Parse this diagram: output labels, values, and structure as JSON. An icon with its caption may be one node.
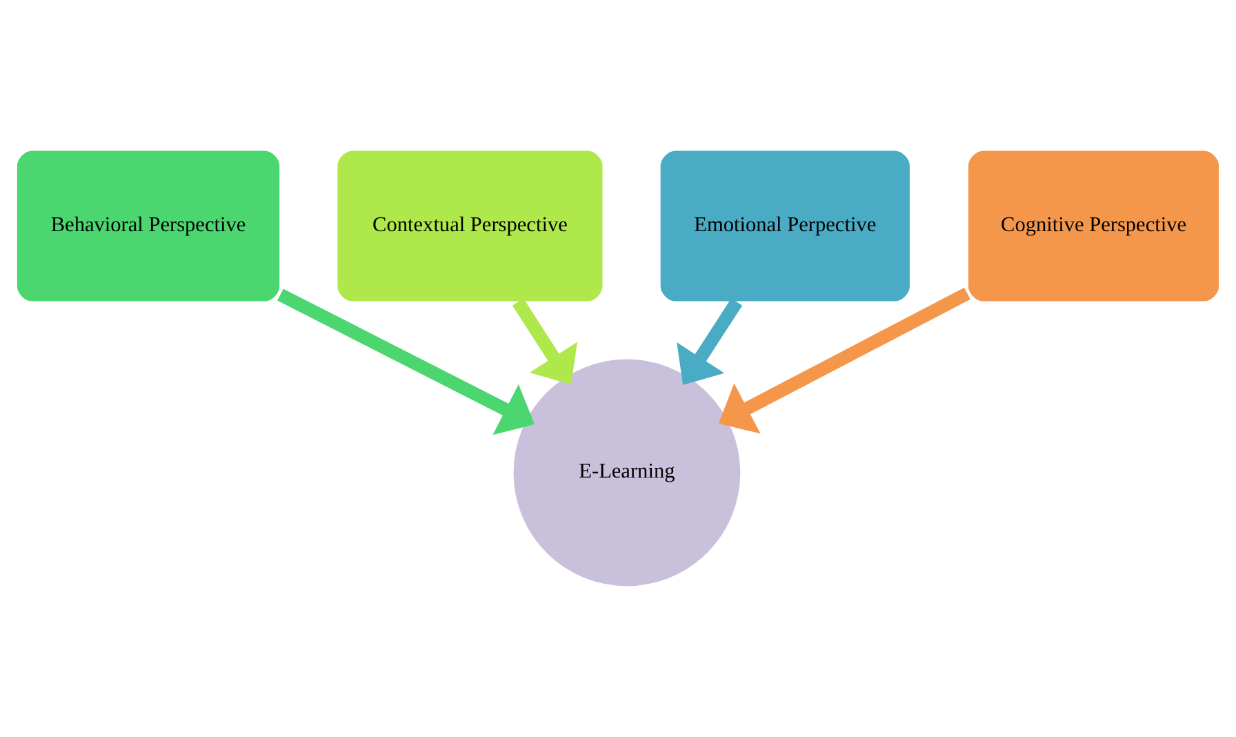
{
  "diagram": {
    "nodes": [
      {
        "text": [
          "Behavioral Perspective"
        ]
      },
      {
        "text": [
          "Contextual Perspective"
        ]
      },
      {
        "text": [
          "Emotional Perpective"
        ]
      },
      {
        "text": [
          "Cognitive Perspective"
        ]
      },
      {
        "text": [
          "E-Learning"
        ]
      }
    ],
    "edges": [
      {
        "from": 0,
        "to": 4,
        "arrow": "to",
        "color": "#4cd66f"
      },
      {
        "from": 1,
        "to": 4,
        "arrow": "to",
        "color": "#aee84a"
      },
      {
        "from": 2,
        "to": 4,
        "arrow": "to",
        "color": "#4aabc4"
      },
      {
        "from": 3,
        "to": 4,
        "arrow": "to",
        "color": "#f5974a"
      }
    ]
  }
}
